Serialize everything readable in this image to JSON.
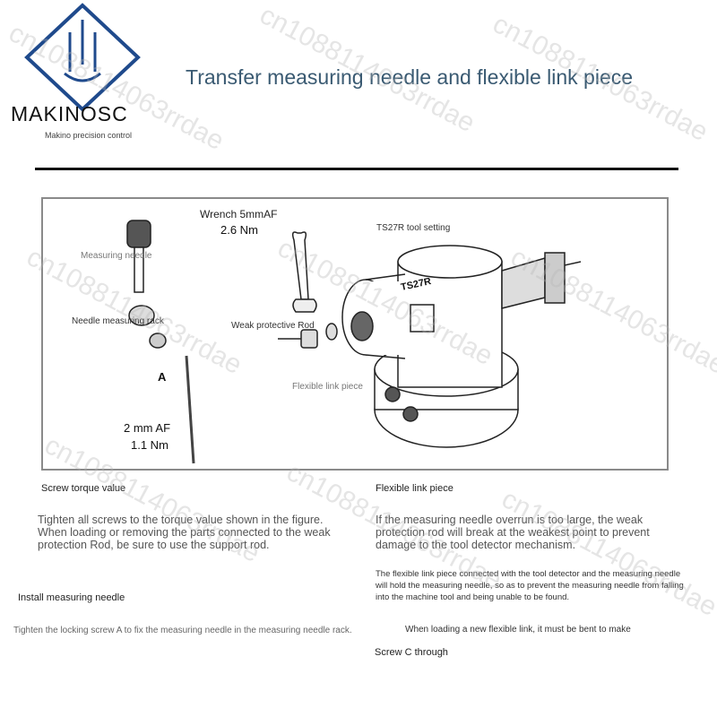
{
  "header": {
    "brand": "MAKINOSC",
    "brand_sub": "Makino precision control",
    "title": "Transfer measuring needle and flexible link piece"
  },
  "figure": {
    "wrench_label": "Wrench 5mmAF",
    "wrench_torque": "2.6 Nm",
    "tool_setting_label": "TS27R tool setting",
    "measuring_needle_label": "Measuring needle",
    "needle_rack_label": "Needle measuring rack",
    "weak_rod_label": "Weak protective Rod",
    "flexible_link_label": "Flexible link piece",
    "screw_a_label": "A",
    "hex_key_label": "2 mm AF",
    "hex_key_torque": "1.1 Nm",
    "probe_text": "TS27R"
  },
  "captions": {
    "screw_torque": "Screw torque value",
    "flexible_link": "Flexible link piece",
    "install_needle": "Install measuring needle",
    "screw_c": "Screw C through"
  },
  "paragraphs": {
    "left": "Tighten all screws to the torque value shown in the figure. When loading or removing the parts connected to the weak protection Rod, be sure to use the support rod.",
    "right_1": "If the measuring needle overrun is too large, the weak protection rod will break at the weakest point to prevent damage to the tool detector mechanism.",
    "right_2": "The flexible link piece connected with the tool detector and the measuring needle will hold the measuring needle, so as to prevent the measuring needle from falling into the machine tool and being unable to be found.",
    "install_note": "Tighten the locking screw A to fix the measuring needle in the measuring needle rack.",
    "flex_note": "When loading a new flexible link, it must be bent to make"
  },
  "watermark": "cn1088114063rrdae",
  "colors": {
    "logo_blue": "#1f4a8c",
    "title": "#3a5a72"
  }
}
